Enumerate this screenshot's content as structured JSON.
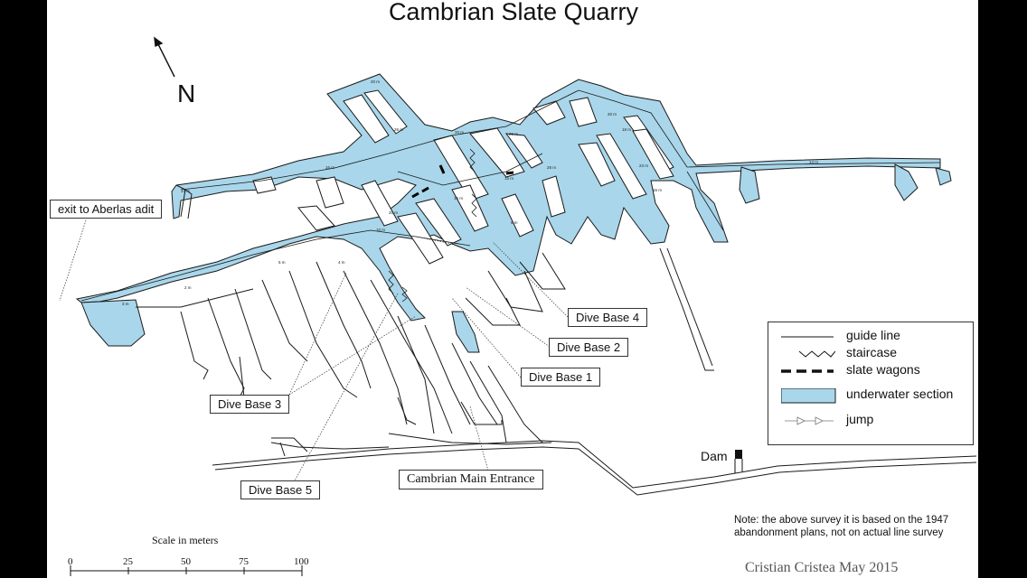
{
  "title": "Cambrian Slate Quarry",
  "north_label": "N",
  "labels": {
    "exit_aberlas": "exit to Aberlas adit",
    "dive_base_1": "Dive Base 1",
    "dive_base_2": "Dive Base 2",
    "dive_base_3": "Dive Base 3",
    "dive_base_4": "Dive Base 4",
    "dive_base_5": "Dive Base 5",
    "main_entrance": "Cambrian Main Entrance",
    "dam": "Dam"
  },
  "legend": {
    "guide_line": "guide line",
    "staircase": "staircase",
    "slate_wagons": "slate wagons",
    "underwater_section": "underwater section",
    "jump": "jump"
  },
  "note_line1": "Note: the above survey it is based on the 1947",
  "note_line2": "abandonment plans, not on actual line survey",
  "credit": "Cristian Cristea May 2015",
  "scale": {
    "title": "Scale in meters",
    "ticks": [
      "0",
      "25",
      "50",
      "75",
      "100"
    ]
  },
  "depth_marks": [
    "20 m",
    "26 m",
    "20 m",
    "20 m",
    "20 m",
    "16 m",
    "15 m",
    "28 m",
    "23 m",
    "14 m",
    "18 m",
    "14 m",
    "16 m",
    "16 m",
    "20 m",
    "6 m",
    "10 m",
    "5 m",
    "4 m",
    "2 m",
    "3 m"
  ],
  "colors": {
    "water": "#a9d6ea",
    "outline": "#1a1a1a",
    "frame": "#000000"
  }
}
